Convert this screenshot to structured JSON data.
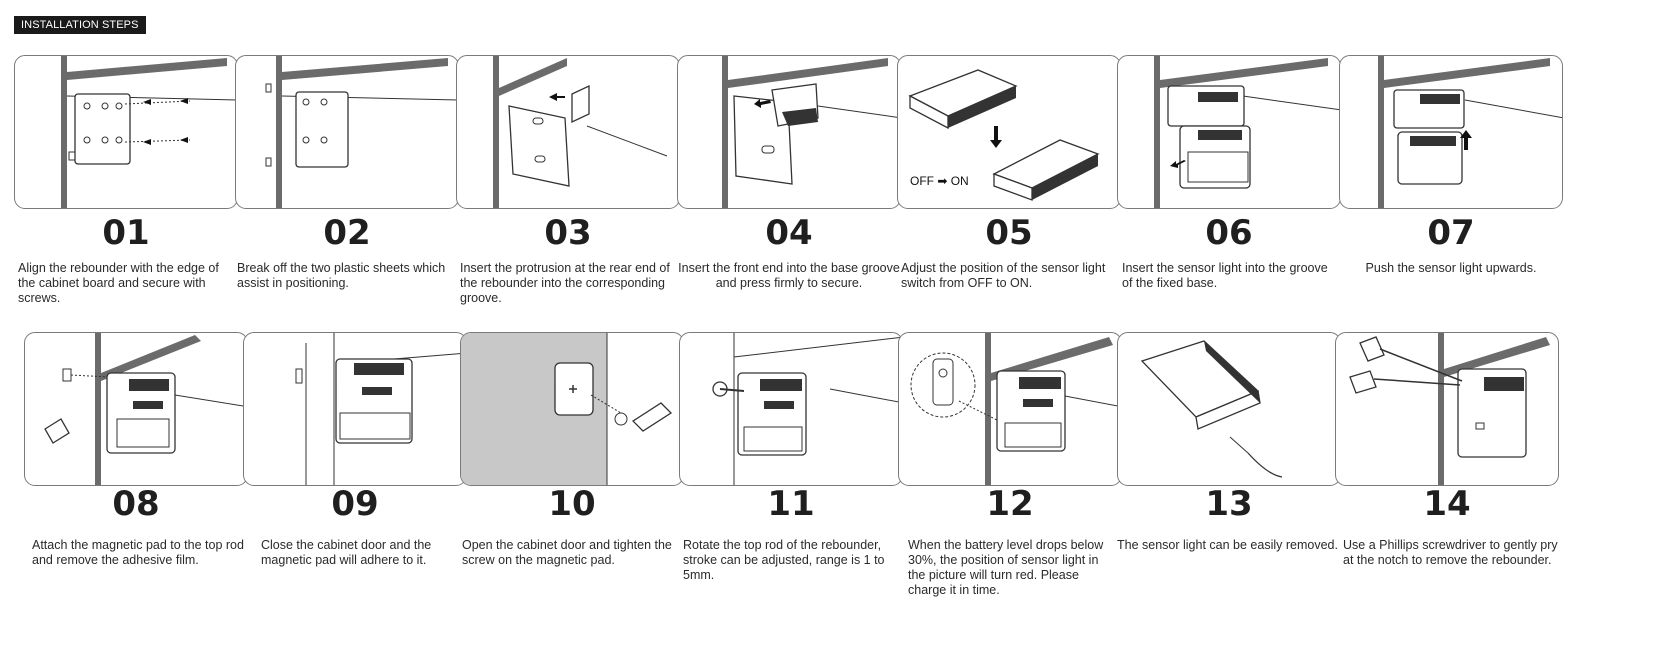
{
  "header": {
    "title": "INSTALLATION STEPS"
  },
  "steps": [
    {
      "number": "01",
      "text": "Align the rebounder with the edge of the cabinet board and secure with screws."
    },
    {
      "number": "02",
      "text": "Break off the two plastic sheets which assist in positioning."
    },
    {
      "number": "03",
      "text": "Insert the protrusion at the rear end of the rebounder into the corresponding  groove."
    },
    {
      "number": "04",
      "text": "Insert the front end into the base groove and press firmly to secure."
    },
    {
      "number": "05",
      "text": "Adjust the position of the sensor light switch from OFF to ON.",
      "panel_label": "OFF ➡ ON"
    },
    {
      "number": "06",
      "text": "Insert the sensor light into the groove of the fixed base."
    },
    {
      "number": "07",
      "text": "Push the sensor light upwards."
    },
    {
      "number": "08",
      "text": "Attach the magnetic pad to the top rod and remove the adhesive film."
    },
    {
      "number": "09",
      "text": "Close the cabinet door and the magnetic pad will adhere to it."
    },
    {
      "number": "10",
      "text": "Open the cabinet door and tighten the screw on the magnetic pad."
    },
    {
      "number": "11",
      "text": "Rotate the top rod of the rebounder, stroke can be adjusted, range is 1 to 5mm."
    },
    {
      "number": "12",
      "text": "When the battery level drops below 30%, the position of sensor light in the picture will turn red. Please charge it in time."
    },
    {
      "number": "13",
      "text": "The sensor light can be easily removed."
    },
    {
      "number": "14",
      "text": "Use a Phillips screwdriver to gently pry at the notch to remove the rebounder."
    }
  ],
  "colors": {
    "post": "#6b6b6b",
    "line": "#333333",
    "shade": "#c8c8c8",
    "border": "#7a7a7a"
  }
}
